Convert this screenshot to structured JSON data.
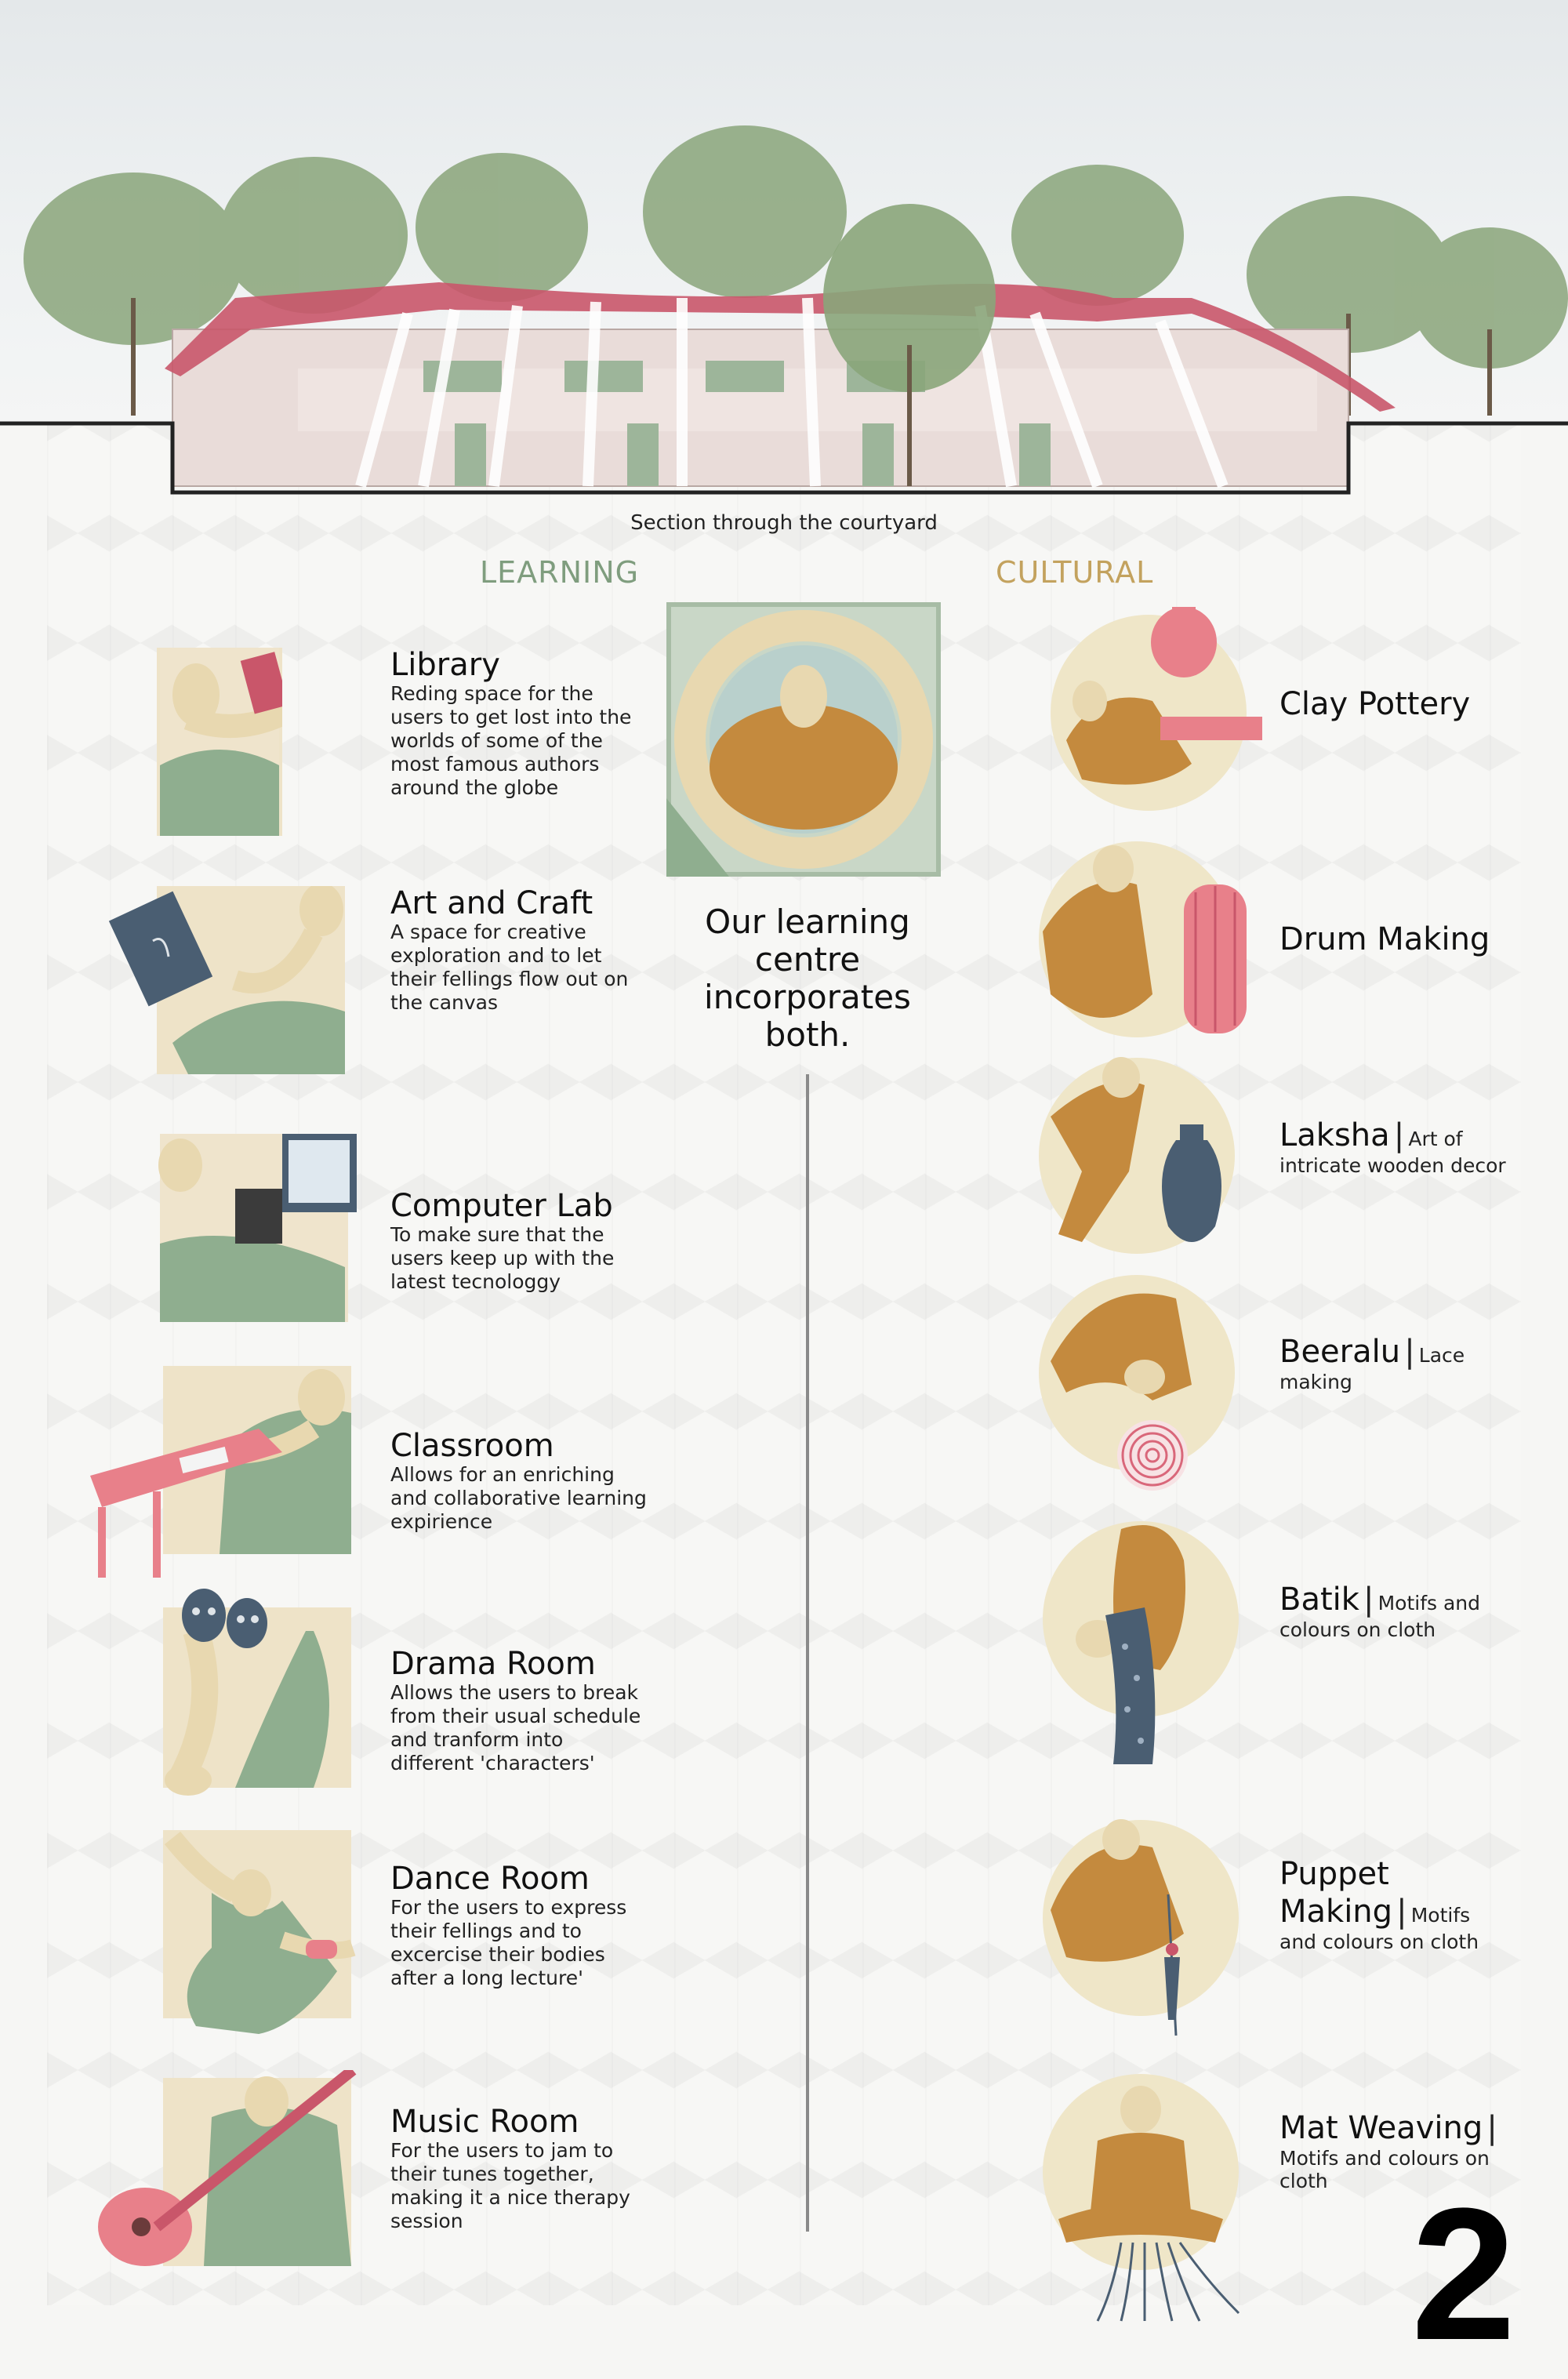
{
  "section_caption": "Section through the courtyard",
  "headings": {
    "learning": "LEARNING",
    "cultural": "CULTURAL"
  },
  "center_text": "Our learning centre incorporates both.",
  "learning_items": [
    {
      "title": "Library",
      "desc": "Reding space for the users to get lost into the worlds of some of the most famous authors around the globe"
    },
    {
      "title": "Art and Craft",
      "desc": "A space for creative exploration and to  let their fellings flow out on the canvas"
    },
    {
      "title": "Computer Lab",
      "desc": "To make sure that the users keep up with the latest tecnologgy"
    },
    {
      "title": "Classroom",
      "desc": "Allows for an enriching and collaborative learning expirience"
    },
    {
      "title": "Drama Room",
      "desc": "Allows the users to break from their usual schedule and tranform into different 'characters'"
    },
    {
      "title": "Dance Room",
      "desc": "For the users to express their fellings and to excercise their bodies after a long lecture'"
    },
    {
      "title": "Music Room",
      "desc": "For the users to jam to their tunes together, making it a nice therapy session"
    }
  ],
  "cultural_items": [
    {
      "title": "Clay Pottery",
      "sub": ""
    },
    {
      "title": "Drum Making",
      "sub": ""
    },
    {
      "title": "Laksha",
      "sep": "|",
      "sub_inline": "Art of",
      "sub": "intricate wooden decor"
    },
    {
      "title": "Beeralu",
      "sep": "|",
      "sub_inline": "Lace",
      "sub": "making"
    },
    {
      "title": "Batik",
      "sep": "|",
      "sub_inline": "Motifs and",
      "sub": "colours on cloth"
    },
    {
      "title": "Puppet",
      "title2": "Making",
      "sep": "|",
      "sub_inline": "Motifs",
      "sub": "and colours on cloth"
    },
    {
      "title": "Mat Weaving",
      "sep": "|",
      "sub_inline": "",
      "sub": "Motifs and colours on cloth"
    }
  ],
  "page_number": "2",
  "colors": {
    "learning_heading": "#7f9d7e",
    "cultural_heading": "#c3a25e",
    "skin": "#e8d8b0",
    "green": "#8fae8f",
    "ochre": "#c48a3e",
    "roof": "#c9566a",
    "navy": "#4a5e72"
  }
}
